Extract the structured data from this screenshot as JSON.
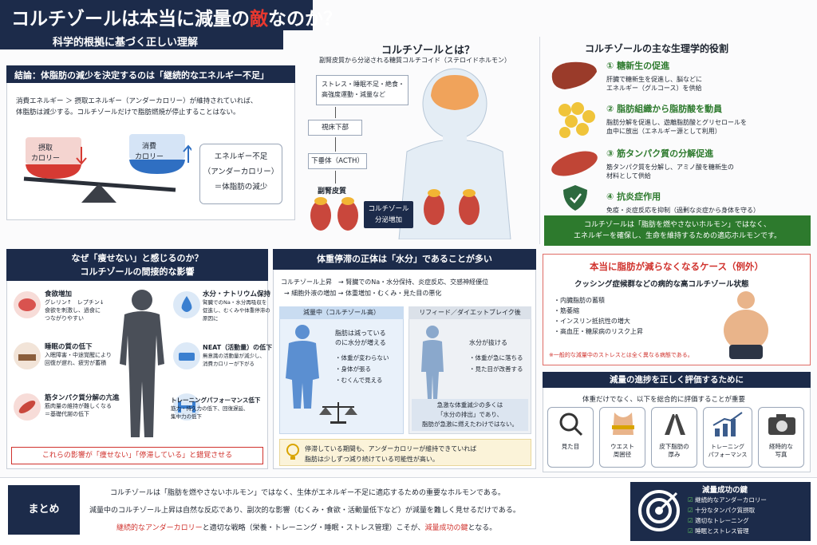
{
  "header": {
    "title_a": "コルチゾールは本当に減量の",
    "title_b": "敵",
    "title_c": "なのか？",
    "subtitle": "科学的根拠に基づく正しい理解"
  },
  "conclusion": {
    "head": "結論：体脂肪の減少を決定するのは「継続的なエネルギー不足」",
    "line1": "消費エネルギー ＞ 摂取エネルギー（アンダーカロリー）が維持されていれば、",
    "line2": "体脂肪は減少する。コルチゾールだけで脂肪燃焼が停止することはない。",
    "intake": "摂取\nカロリー",
    "intake_a": "摂取",
    "intake_b": "カロリー",
    "burn_a": "消費",
    "burn_b": "カロリー",
    "deficit1": "エネルギー不足",
    "deficit2": "（アンダーカロリー）",
    "deficit3": "＝体脂肪の減少"
  },
  "what": {
    "head": "コルチゾールとは？",
    "sub": "副腎皮質から分泌される糖質コルチコイド（ステロイドホルモン）",
    "stress1": "ストレス・睡眠不足・絶食・",
    "stress2": "高強度運動・減量など",
    "hypo": "視床下部",
    "pit": "下垂体（ACTH）",
    "adrenal": "副腎皮質",
    "secrete1": "コルチゾール",
    "secrete2": "分泌増加"
  },
  "roles": {
    "head": "コルチゾールの主な生理学的役割",
    "items": [
      {
        "num": "①",
        "title": "糖新生の促進",
        "d1": "肝臓で糖新生を促進し、脳などに",
        "d2": "エネルギー（グルコース）を供給"
      },
      {
        "num": "②",
        "title": "脂肪組織から脂肪酸を動員",
        "d1": "脂肪分解を促進し、遊離脂肪酸とグリセロールを",
        "d2": "血中に放出（エネルギー源として利用）"
      },
      {
        "num": "③",
        "title": "筋タンパク質の分解促進",
        "d1": "筋タンパク質を分解し、アミノ酸を糖新生の",
        "d2": "材料として供給"
      },
      {
        "num": "④",
        "title": "抗炎症作用",
        "d1": "免疫・炎症反応を抑制（過剰な炎症から身体を守る）",
        "d2": ""
      }
    ],
    "banner1": "コルチゾールは「脂肪を燃やさないホルモン」ではなく、",
    "banner2": "エネルギーを確保し、生命を維持するための適応ホルモンです。"
  },
  "why": {
    "head1": "なぜ「痩せない」と感じるのか？",
    "head2": "コルチゾールの間接的な影響",
    "items": [
      {
        "t": "食欲増加",
        "d1": "グレリン↑　レプチン↓",
        "d2": "食欲を刺激し、過食に",
        "d3": "つながりやすい"
      },
      {
        "t": "水分・ナトリウム保持",
        "d1": "腎臓でのNa・水分再吸収を",
        "d2": "促進し、むくみや体重停滞の",
        "d3": "原因に"
      },
      {
        "t": "睡眠の質の低下",
        "d1": "入眠障害・中途覚醒により",
        "d2": "回復が遅れ、疲労が蓄積",
        "d3": ""
      },
      {
        "t": "NEAT（活動量）の低下",
        "d1": "無意識の活動量が減少し、",
        "d2": "消費カロリーが下がる",
        "d3": ""
      },
      {
        "t": "筋タンパク質分解の亢進",
        "d1": "筋肉量の維持が難しくなる",
        "d2": "＝基礎代謝の低下",
        "d3": ""
      },
      {
        "t": "トレーニングパフォーマンス低下",
        "d1": "筋力・持久力の低下、回復遅延、",
        "d2": "集中力の低下",
        "d3": ""
      }
    ],
    "foot": "これらの影響が「痩せない」「停滞している」と錯覚させる"
  },
  "water": {
    "head": "体重停滞の正体は「水分」であることが多い",
    "flow1": "コルチゾール上昇　→ 腎臓でのNa・水分保持、炎症反応、交感神経優位",
    "flow2": "→ 細胞外液の増加 → 体重増加・むくみ・見た目の悪化",
    "left_head": "減量中（コルチゾール高）",
    "l1": "脂肪は減っている",
    "l2": "のに水分が増える",
    "lb": [
      "・体重が変わらない",
      "・身体が張る",
      "・むくんで見える"
    ],
    "right_head": "リフィード／ダイエットブレイク後",
    "r1": "水分が抜ける",
    "rb": [
      "・体重が急に落ちる",
      "・見た目が改善する"
    ],
    "rn1": "急激な体重減少の多くは",
    "rn2": "「水分の排出」であり、",
    "rn3": "脂肪が急激に燃えたわけではない。",
    "tip1": "停滞している期間も、アンダーカロリーが維持できていれば",
    "tip2": "脂肪は少しずつ減り続けている可能性が高い。"
  },
  "exception": {
    "head": "本当に脂肪が減らなくなるケース（例外）",
    "sub": "クッシング症候群などの病的な高コルチゾール状態",
    "items": [
      "・内臓脂肪の蓄積",
      "・筋萎縮",
      "・インスリン抵抗性の増大",
      "・高血圧・糖尿病のリスク上昇"
    ],
    "note": "※一般的な減量中のストレスとは全く異なる病態である。"
  },
  "progress": {
    "head": "減量の進捗を正しく評価するために",
    "sub": "体重だけでなく、以下を総合的に評価することが重要",
    "items": [
      {
        "a": "見た目",
        "b": ""
      },
      {
        "a": "ウエスト",
        "b": "周囲径"
      },
      {
        "a": "皮下脂肪の",
        "b": "厚み"
      },
      {
        "a": "トレーニング",
        "b": "パフォーマンス"
      },
      {
        "a": "経時的な",
        "b": "写真"
      }
    ]
  },
  "summary": {
    "label": "まとめ",
    "l1": "コルチゾールは「脂肪を燃やさないホルモン」ではなく、生体がエネルギー不足に適応するための重要なホルモンである。",
    "l2": "減量中のコルチゾール上昇は自然な反応であり、副次的な影響（むくみ・食欲・活動量低下など）が減量を難しく見せるだけである。",
    "l3a": "継続的なアンダーカロリー",
    "l3b": "と適切な戦略（栄養・トレーニング・睡眠・ストレス管理）こそが、",
    "l3c": "減量成功の鍵",
    "l3d": "となる。"
  },
  "keys": {
    "head": "減量成功の鍵",
    "items": [
      "継続的なアンダーカロリー",
      "十分なタンパク質摂取",
      "適切なトレーニング",
      "睡眠とストレス管理"
    ]
  },
  "colors": {
    "navy": "#1c2b4a",
    "red": "#d0322d",
    "green": "#2d7a2d"
  }
}
